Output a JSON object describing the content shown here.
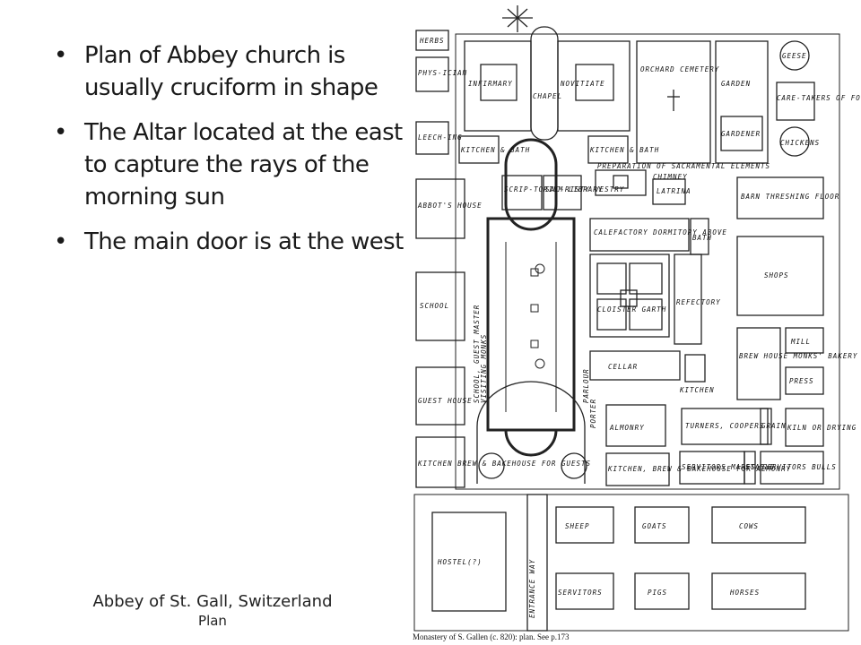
{
  "slide": {
    "bullets": [
      "Plan of Abbey church is usually cruciform in shape",
      "The Altar located at the east to capture the rays of the morning sun",
      "The main door is at the west"
    ],
    "caption": "Abbey of St. Gall, Switzerland",
    "subcaption": "Plan"
  },
  "plan": {
    "labels": {
      "herbs": "HERBS",
      "physician": "PHYS-ICIAN",
      "infirmary": "INFIRMARY",
      "chapel": "CHAPEL",
      "novitiate": "NOVITIATE",
      "orchard": "ORCHARD CEMETERY",
      "garden": "GARDEN",
      "geese": "GEESE",
      "caretakers": "CARE-TAKERS OF FOWL",
      "leeching": "LEECH-ING",
      "kitchen_bath_l": "KITCHEN & BATH",
      "kitchen_bath_r": "KITCHEN & BATH",
      "gardener": "GARDENER",
      "chickens": "CHICKENS",
      "sacramental": "PREPARATION OF SACRAMENTAL ELEMENTS",
      "chimney": "CHIMNEY",
      "scriptorium": "SCRIP-TORIUM LIBRARY",
      "sacristy": "SAC-RISTY VESTRY",
      "latrina": "LATRINA",
      "barn": "BARN THRESHING FLOOR",
      "abbots_house": "ABBOT'S HOUSE",
      "calefactory": "CALEFACTORY DORMITORY ABOVE",
      "bath": "BATH",
      "shops": "SHOPS",
      "school": "SCHOOL",
      "cloister": "CLOISTER GARTH",
      "refectory": "REFECTORY",
      "brew_house": "BREW HOUSE MONKS' BAKERY",
      "mill": "MILL",
      "cellar": "CELLAR",
      "press": "PRESS",
      "guest_house": "GUEST HOUSE",
      "kitchen": "KITCHEN",
      "almonry": "ALMONRY",
      "turners": "TURNERS, COOPERS",
      "granary": "GRAIN",
      "kiln": "KILN OR DRYING HOUSE",
      "kitchen_brew_guests": "KITCHEN BREW & BAKEHOUSE FOR GUESTS",
      "kitchen_brew_almonry": "KITCHEN, BREW & BAKEHOUSE FOR ALMONRY",
      "servitors_mares": "SERVITORS MARES",
      "stable": "STABLE",
      "servitors_bulls": "SERVITORS BULLS",
      "sheep": "SHEEP",
      "goats": "GOATS",
      "cows": "COWS",
      "hostel": "HOSTEL(?)",
      "servitors": "SERVITORS",
      "pigs": "PIGS",
      "horses": "HORSES",
      "entrance": "ENTRANCE WAY",
      "school_guest": "SCHOOL, GUEST MASTER",
      "visiting_monks": "VISITING MONKS",
      "parlour": "PARLOUR",
      "porter": "PORTER"
    },
    "footnote": "Monastery of S. Gallen (c. 820): plan. See p.173"
  }
}
